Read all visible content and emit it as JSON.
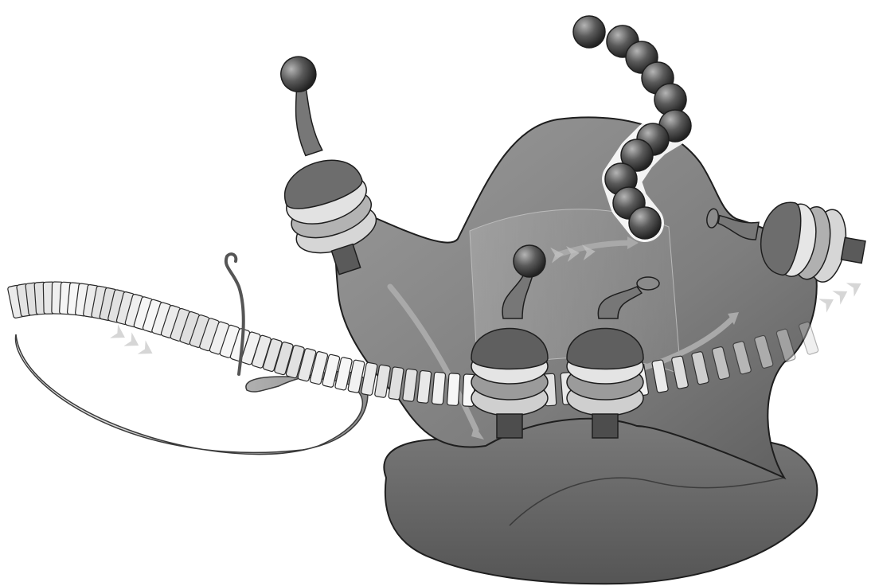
{
  "figure": {
    "colors": {
      "background": "#ffffff",
      "subunit_large": "#8a8a8a",
      "subunit_small": "#6e6e6e",
      "outline": "#1e1e1e",
      "trna_body": "#7a7a7a",
      "trna_dark": "#4a4a4a",
      "trna_light": "#cfcfcf",
      "mrna_light": "#f2f2f2",
      "polypeptide": "#595959",
      "arrow": "#bdbdbd"
    },
    "mrna_codon_count": 62,
    "polypeptide_bead_count": 11,
    "trna_count": 4
  }
}
